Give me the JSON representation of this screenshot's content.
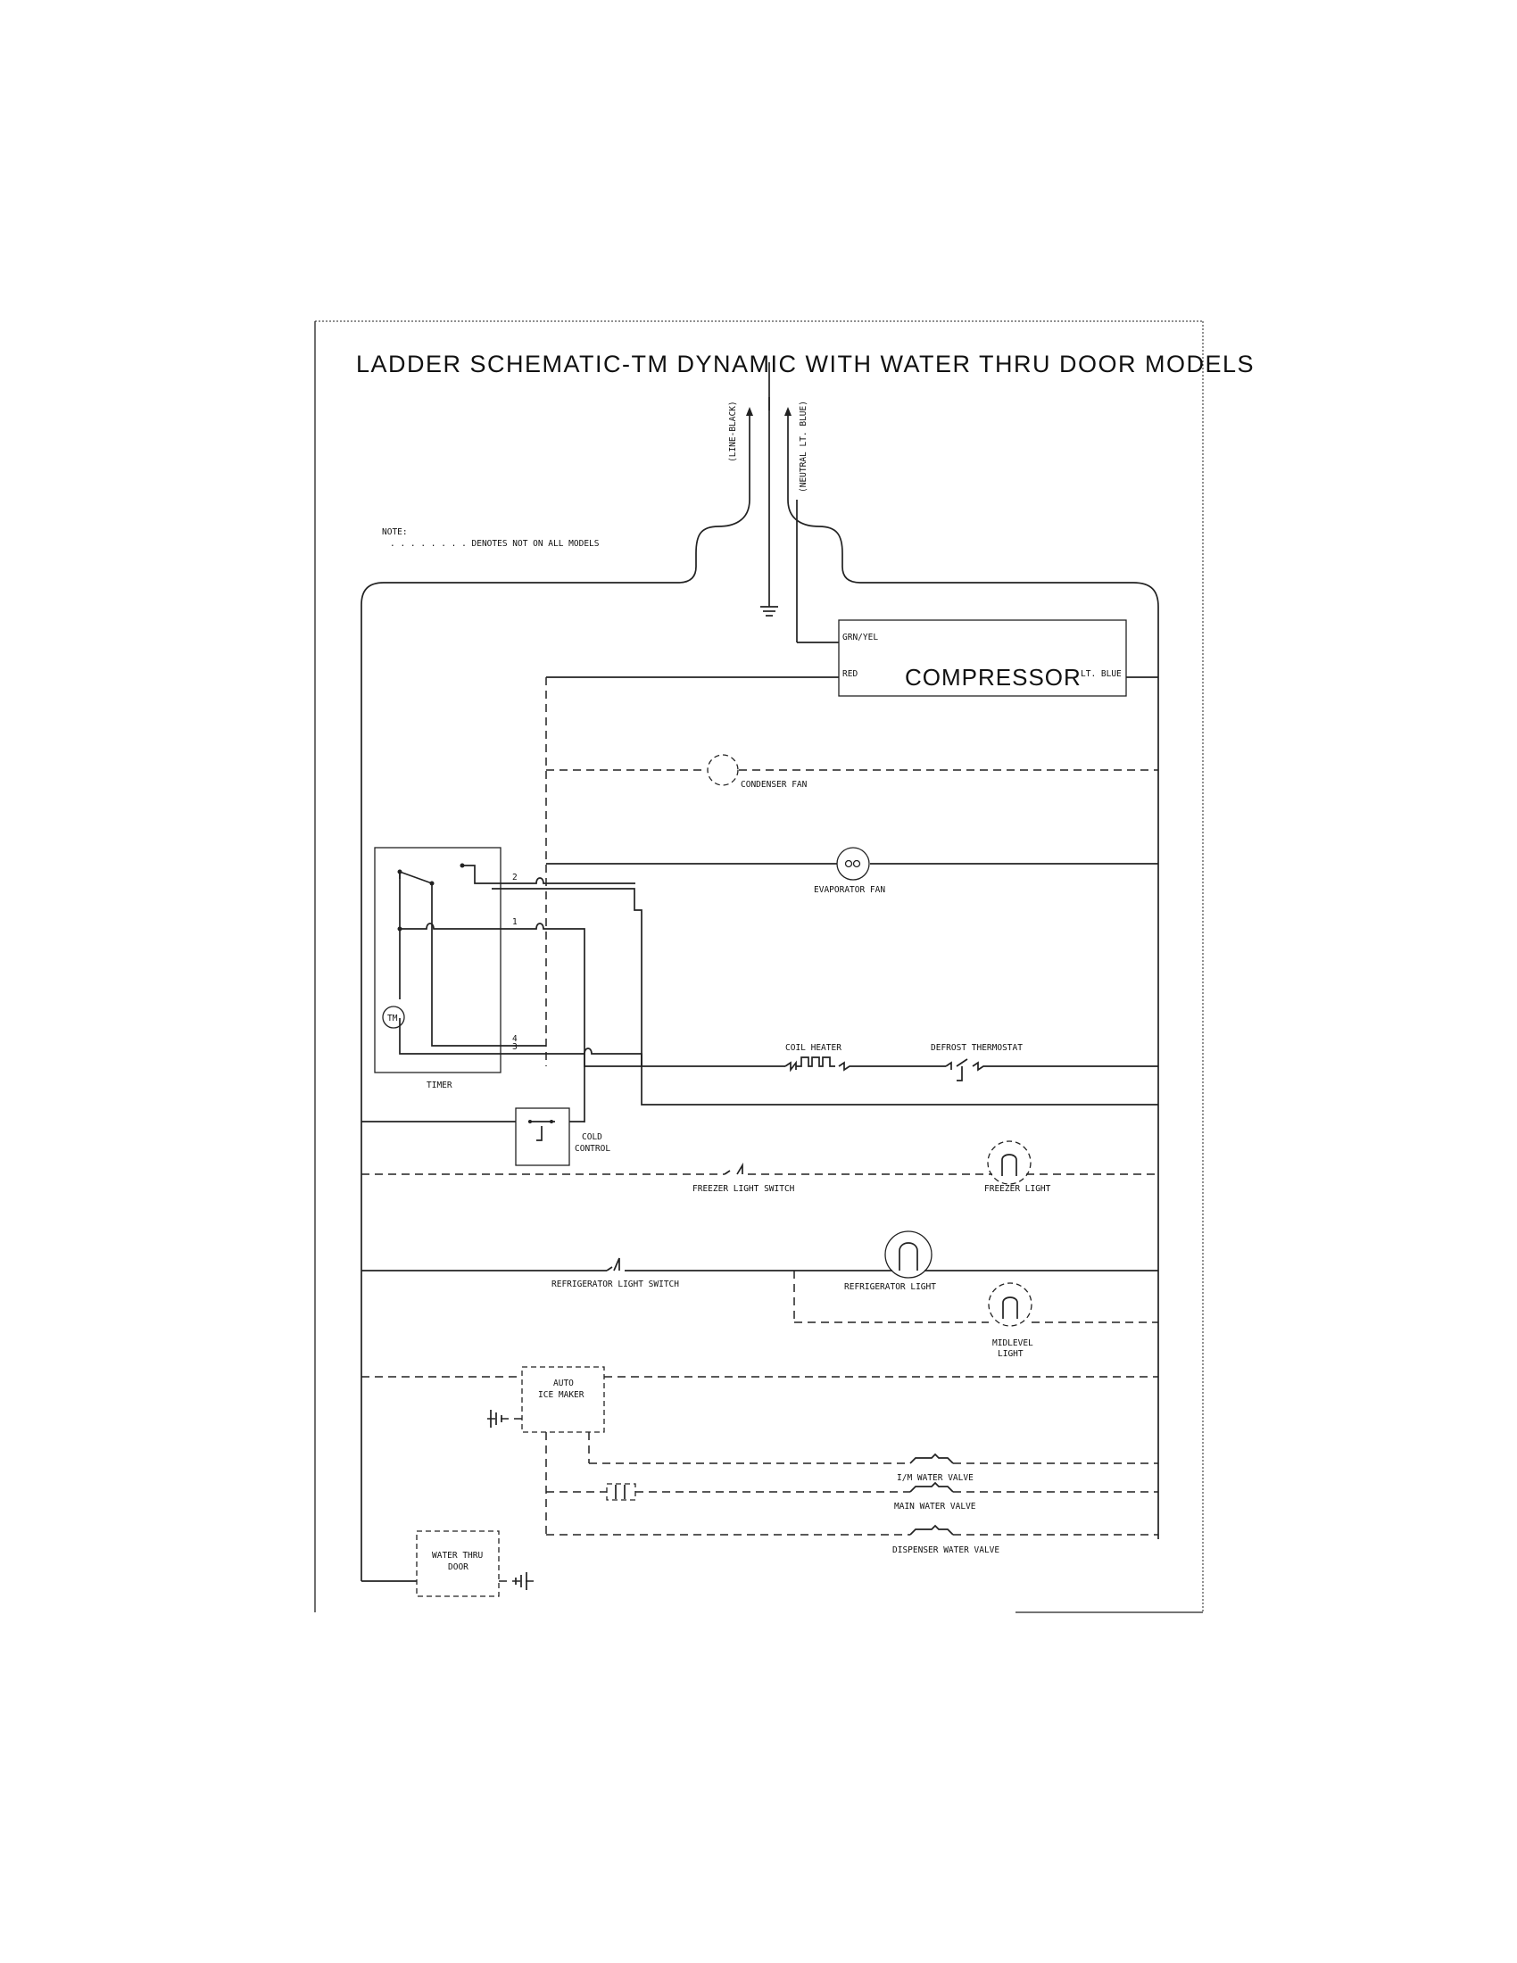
{
  "title": "LADDER SCHEMATIC-TM DYNAMIC WITH WATER THRU DOOR MODELS",
  "supply": {
    "line": "(LINE-BLACK)",
    "neutral": "(NEUTRAL LT. BLUE)"
  },
  "note": {
    "heading": "NOTE:",
    "text": ". . . . . . . . DENOTES NOT ON ALL MODELS"
  },
  "compressor": {
    "name": "COMPRESSOR",
    "ground_wire": "GRN/YEL",
    "left_wire": "RED",
    "right_wire": "LT. BLUE"
  },
  "components": {
    "condenser_fan": "CONDENSER FAN",
    "evaporator_fan": "EVAPORATOR FAN",
    "coil_heater": "COIL HEATER",
    "defrost_thermostat": "DEFROST THERMOSTAT",
    "timer": "TIMER",
    "timer_motor": "TM",
    "cold_control": [
      "COLD",
      "CONTROL"
    ],
    "freezer_light_switch": "FREEZER LIGHT SWITCH",
    "freezer_light": "FREEZER LIGHT",
    "refrigerator_light_switch": "REFRIGERATOR LIGHT SWITCH",
    "refrigerator_light": "REFRIGERATOR LIGHT",
    "midlevel_light": [
      "MIDLEVEL",
      "LIGHT"
    ],
    "auto_ice_maker": [
      "AUTO",
      "ICE MAKER"
    ],
    "im_water_valve": "I/M WATER VALVE",
    "main_water_valve": "MAIN WATER VALVE",
    "dispenser_water_valve": "DISPENSER WATER VALVE",
    "water_thru_door": [
      "WATER THRU",
      "DOOR"
    ]
  },
  "timer_terminals": [
    "2",
    "1",
    "4",
    "3"
  ]
}
